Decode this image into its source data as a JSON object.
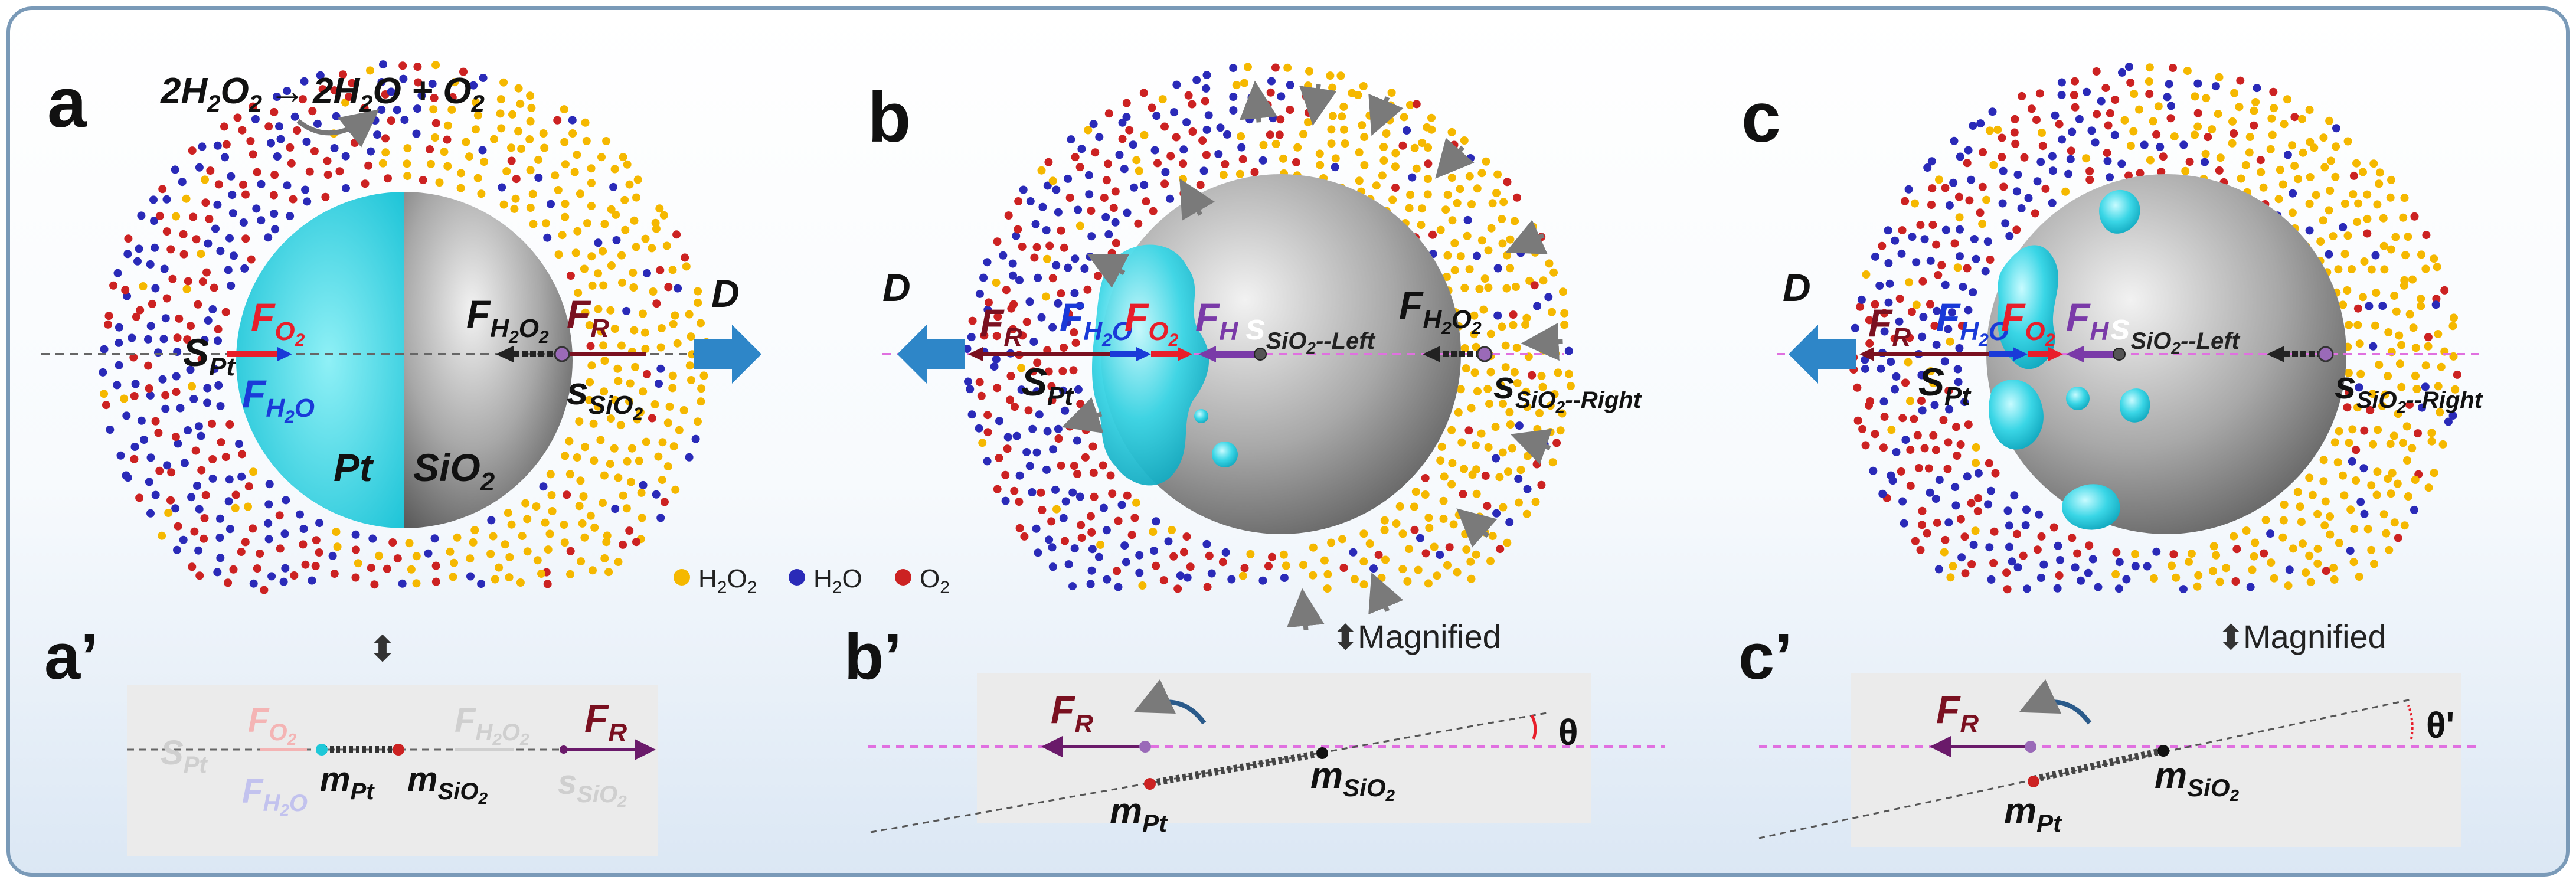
{
  "panels": {
    "a": "a",
    "b": "b",
    "c": "c",
    "a2": "a’",
    "b2": "b’",
    "c2": "c’"
  },
  "reaction": {
    "lhs": "2H",
    "lhs_sub1": "2",
    "lhs_mid": "O",
    "lhs_sub2": "2",
    "arrow": "→",
    "rhs_a": "2H",
    "rhs_sub1": "2",
    "rhs_b": "O + O",
    "rhs_sub2": "2"
  },
  "labels": {
    "F": "F",
    "S": "S",
    "s": "s",
    "m": "m",
    "D": "D",
    "O2": "O",
    "two": "2",
    "H2O_H": "H",
    "H2O_O": "O",
    "H2O2": "H",
    "H2O2_O": "O",
    "R": "R",
    "H": "H",
    "Pt": "Pt",
    "SiO2": "SiO",
    "left": "--Left",
    "right": "--Right",
    "pt_label": "Pt",
    "sio2_label": "SiO"
  },
  "legend": {
    "h2o2_a": "H",
    "h2o2_sub": "2",
    "h2o2_b": "O",
    "h2o2_sub2": "2",
    "h2o_a": "H",
    "h2o_sub": "2",
    "h2o_b": "O",
    "o2_a": "O",
    "o2_sub": "2"
  },
  "magnified": {
    "arrow": "⬍",
    "text": "Magnified"
  },
  "angles": {
    "theta": "θ",
    "theta_prime": "θ'"
  },
  "colors": {
    "h2o2": "#f5b800",
    "h2o": "#2a2ab8",
    "o2": "#cc2222",
    "pt": "#1ec8d8",
    "sio2": "#8a8a8a",
    "fr": "#7a1020",
    "fo2": "#e81e2a",
    "fh2o": "#1a3ad8",
    "fh": "#7a3aa8",
    "arrow_d": "#2e86c8",
    "border": "#7a9ab8"
  }
}
